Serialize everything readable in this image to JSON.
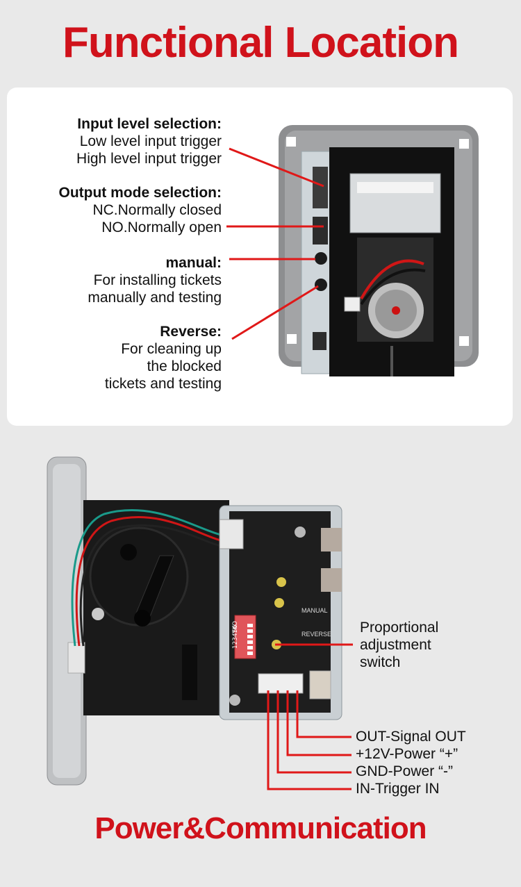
{
  "title": "Functional Location",
  "footer_title": "Power&Communication",
  "colors": {
    "accent": "#d0121b",
    "background": "#e9e9e9",
    "card": "#ffffff"
  },
  "functions": [
    {
      "heading": "Input level selection:",
      "lines": [
        "Low level input trigger",
        "High level input trigger"
      ]
    },
    {
      "heading": "Output mode selection:",
      "lines": [
        "NC.Normally closed",
        "NO.Normally open"
      ]
    },
    {
      "heading": "manual:",
      "lines": [
        "For installing tickets",
        "manually and testing"
      ]
    },
    {
      "heading": "Reverse:",
      "lines": [
        "For cleaning up",
        "the blocked",
        "tickets and testing"
      ]
    }
  ],
  "board": {
    "dip_switch": {
      "label_lines": [
        "Proportional",
        "adjustment",
        "switch"
      ],
      "brand": "YKO",
      "positions": "123456"
    },
    "board_text": [
      "MANUAL",
      "REVERSE"
    ]
  },
  "pins": [
    "OUT-Signal OUT",
    "+12V-Power “+”",
    "GND-Power “-”",
    "IN-Trigger IN"
  ]
}
